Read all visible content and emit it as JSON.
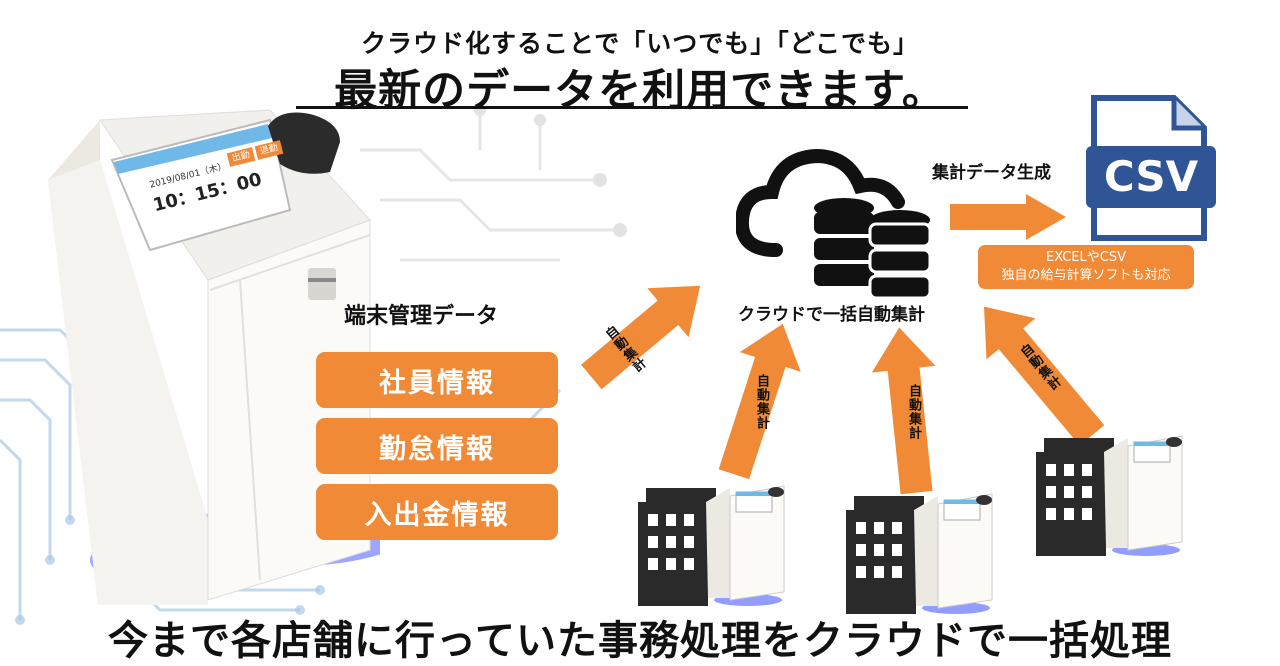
{
  "headline": {
    "top": "クラウド化することで「いつでも」「どこでも」",
    "main": "最新のデータを利用できます。"
  },
  "terminal": {
    "screen_time": "10：15：00",
    "screen_date": "2019/08/01（木）",
    "btn_clock_in": "出勤",
    "btn_clock_out": "退勤"
  },
  "left_panel": {
    "label": "端末管理データ",
    "items": [
      {
        "label": "社員情報"
      },
      {
        "label": "勤怠情報"
      },
      {
        "label": "入出金情報"
      }
    ]
  },
  "cloud": {
    "caption": "クラウドで一括自動集計"
  },
  "csv": {
    "label": "集計データ生成",
    "icon_text": "CSV",
    "note_line1": "EXCELやCSV",
    "note_line2": "独自の給与計算ソフトも対応"
  },
  "arrows": {
    "auto_label_vertical": "自動集計",
    "auto_label_rotated": "自動集計"
  },
  "footer": "今まで各店舗に行っていた事務処理をクラウドで一括処理",
  "colors": {
    "accent": "#f08a36",
    "csv_blue": "#2f5597",
    "dark": "#222222"
  }
}
